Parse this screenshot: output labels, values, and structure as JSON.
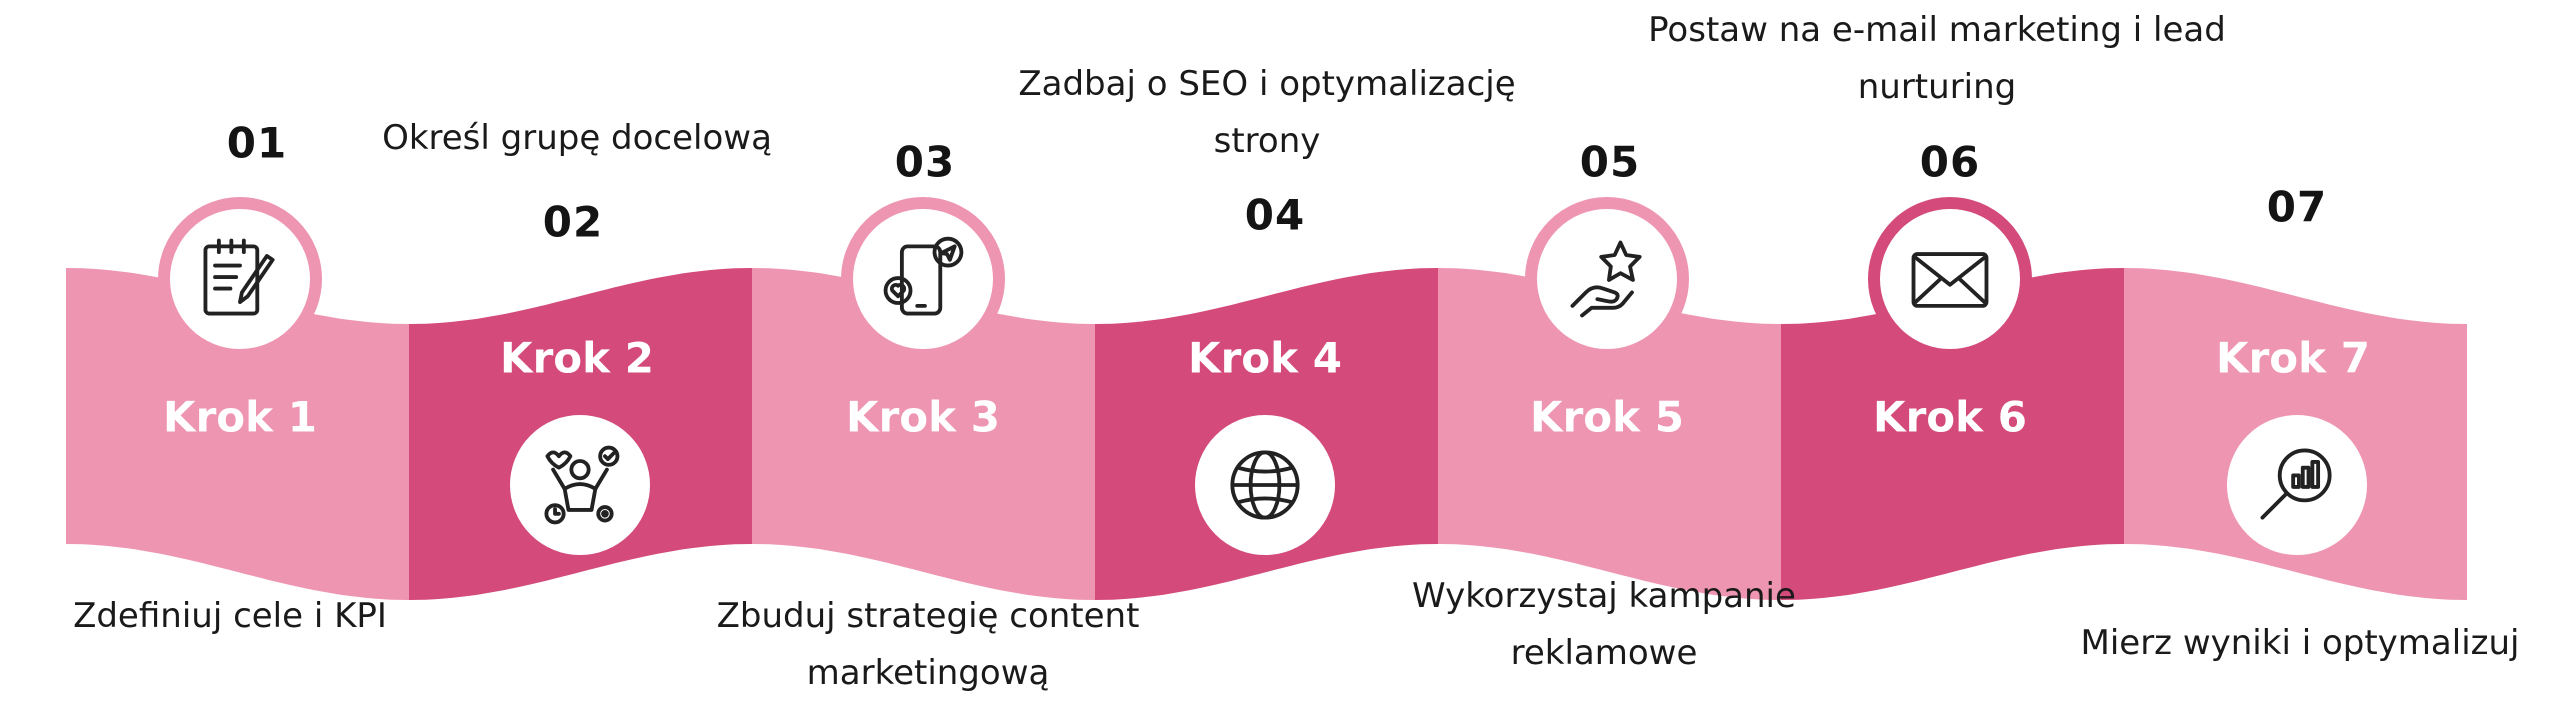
{
  "colors": {
    "light_band": "#ee95b2",
    "dark_band": "#d44a7a",
    "text_dark": "#1a1a1a",
    "text_light": "#ffffff"
  },
  "steps": [
    {
      "number": "01",
      "label": "Krok 1",
      "description": "Zdefiniuj cele i KPI",
      "icon": "clipboard-pencil-icon"
    },
    {
      "number": "02",
      "label": "Krok 2",
      "description": "Określ grupę docelową",
      "icon": "audience-people-icon"
    },
    {
      "number": "03",
      "label": "Krok 3",
      "description": "Zbuduj strategię content marketingową",
      "icon": "smartphone-social-icon"
    },
    {
      "number": "04",
      "label": "Krok 4",
      "description": "Zadbaj o SEO i optymalizację strony",
      "icon": "globe-icon"
    },
    {
      "number": "05",
      "label": "Krok 5",
      "description": "Wykorzystaj kampanie reklamowe",
      "icon": "hand-star-icon"
    },
    {
      "number": "06",
      "label": "Krok 6",
      "description": "Postaw na e-mail marketing i lead nurturing",
      "icon": "envelope-icon"
    },
    {
      "number": "07",
      "label": "Krok 7",
      "description": "Mierz wyniki i optymalizuj",
      "icon": "magnifier-chart-icon"
    }
  ]
}
